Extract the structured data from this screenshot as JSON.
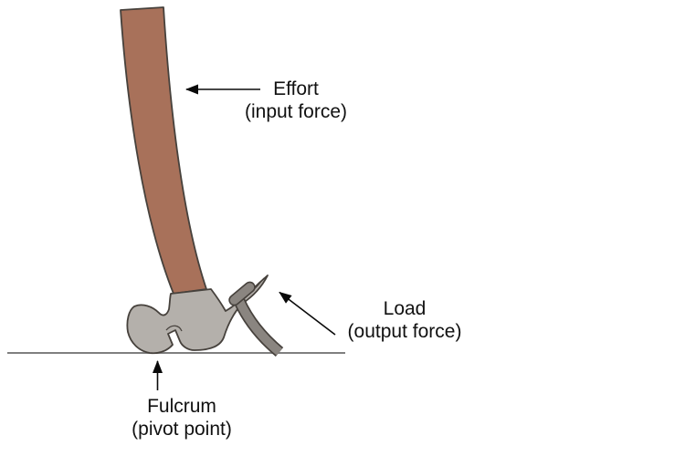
{
  "diagram": {
    "labels": {
      "effort": {
        "line1": "Effort",
        "line2": "(input force)"
      },
      "load": {
        "line1": "Load",
        "line2": "(output force)"
      },
      "fulcrum": {
        "line1": "Fulcrum",
        "line2": "(pivot point)"
      }
    },
    "colors": {
      "background": "#ffffff",
      "handle": "#a8715a",
      "head": "#b4b0ab",
      "nail": "#8a8580",
      "outline": "#46413c",
      "ground": "#7f7f7f",
      "arrow": "#0a0a0a",
      "text": "#111111"
    }
  }
}
